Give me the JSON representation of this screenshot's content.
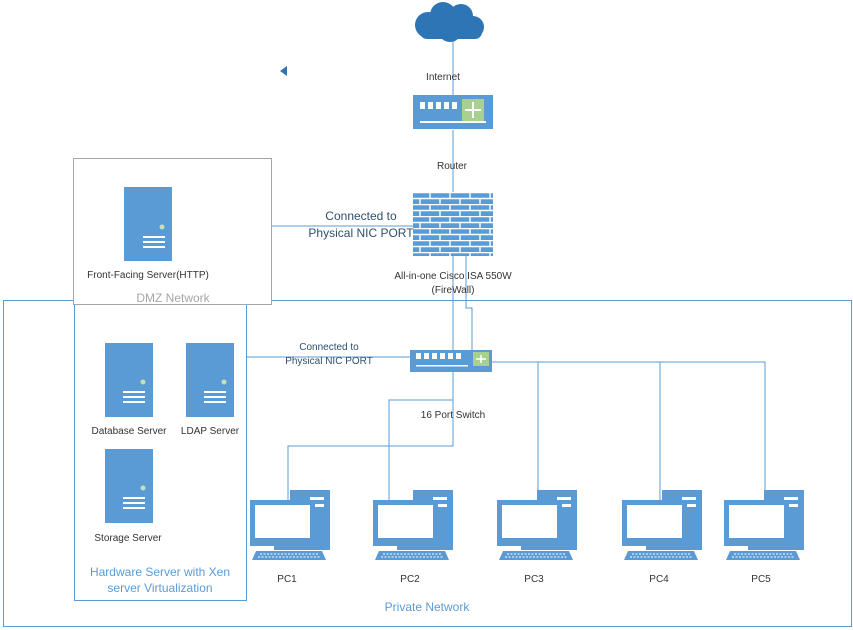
{
  "nodes": {
    "internet": "Internet",
    "router": "Router",
    "firewall_line1": "All-in-one Cisco ISA 550W",
    "firewall_line2": "(FireWall)",
    "switch": "16 Port Switch",
    "front_server": "Front-Facing Server(HTTP)",
    "database_server": "Database Server",
    "ldap_server": "LDAP Server",
    "storage_server": "Storage Server"
  },
  "zones": {
    "dmz": "DMZ Network",
    "hardware_line1": "Hardware Server with Xen",
    "hardware_line2": "server Virtualization",
    "private": "Private Network"
  },
  "connections": {
    "dmz_line1": "Connected to",
    "dmz_line2": "Physical NIC PORT",
    "hw_line1": "Connected to",
    "hw_line2": "Physical NIC PORT"
  },
  "pcs": [
    "PC1",
    "PC2",
    "PC3",
    "PC4",
    "PC5"
  ],
  "colors": {
    "device_blue": "#5b9bd5",
    "device_dark": "#2e75b6",
    "line_blue": "#5b9bd5",
    "zone_grey": "#a6a6a6",
    "zone_blue": "#5b9bd5"
  }
}
